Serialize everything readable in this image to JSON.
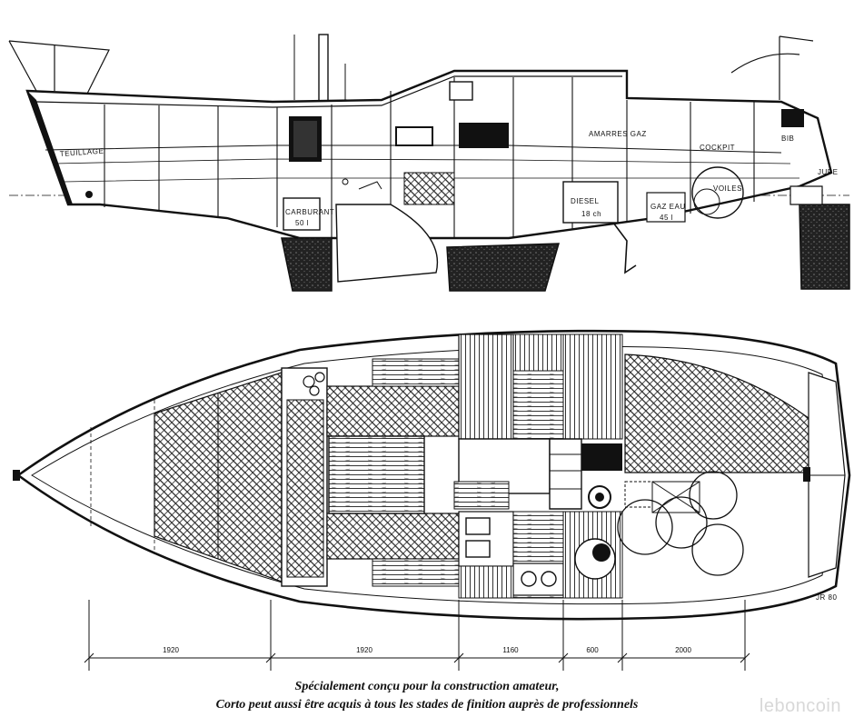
{
  "drawing": {
    "profile_labels": {
      "teuillage": "TEUILLAGE",
      "amarres_gaz": "AMARRES GAZ",
      "cockpit": "COCKPIT",
      "bib": "BIB",
      "jupe": "JUPE",
      "voiles": "VOILES",
      "diesel": "DIESEL",
      "diesel_power": "18 ch",
      "carburant": "CARBURANT",
      "carburant_volume": "50 l",
      "gaz_eau": "GAZ EAU",
      "gaz_eau_volume": "45 l"
    },
    "dimensions": [
      "1920",
      "1920",
      "1160",
      "600",
      "2000"
    ],
    "signature": "JR 80"
  },
  "caption": {
    "line1": "Spécialement conçu pour la construction amateur,",
    "line2": "Corto peut aussi être acquis à tous les stades de finition auprès de professionnels"
  },
  "watermark": {
    "text": "leboncoin"
  }
}
